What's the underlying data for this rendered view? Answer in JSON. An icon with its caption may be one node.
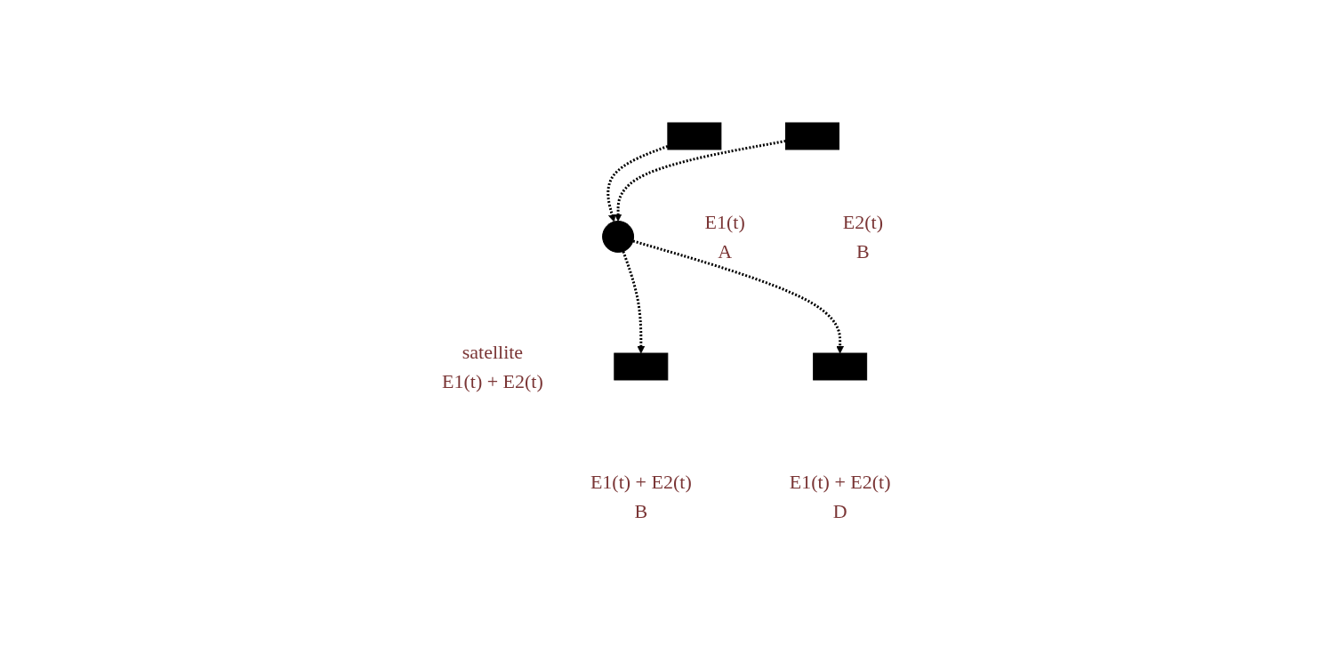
{
  "diagram": {
    "nodes": [
      {
        "text": [],
        "shape": "circle",
        "beside": [
          "satellite",
          "E1(t) + E2(t)"
        ]
      },
      {
        "text": [],
        "shape": "box",
        "beside": [
          "E1(t)",
          "A"
        ]
      },
      {
        "text": [],
        "shape": "box",
        "beside": [
          "E2(t)",
          "B"
        ]
      },
      {
        "text": [],
        "shape": "box",
        "beside": [
          "E1(t) + E2(t)",
          "B"
        ]
      },
      {
        "text": [],
        "shape": "box",
        "beside": [
          "E1(t) + E2(t)",
          "D"
        ]
      }
    ],
    "edges": [
      {
        "from": 1,
        "to": 0,
        "arrow": "to",
        "style": "dashed"
      },
      {
        "from": 2,
        "to": 0,
        "arrow": "to",
        "style": "dashed"
      },
      {
        "from": 0,
        "to": 3,
        "arrow": "to",
        "style": "dashed"
      },
      {
        "from": 0,
        "to": 4,
        "arrow": "to",
        "style": "dashed"
      }
    ]
  }
}
